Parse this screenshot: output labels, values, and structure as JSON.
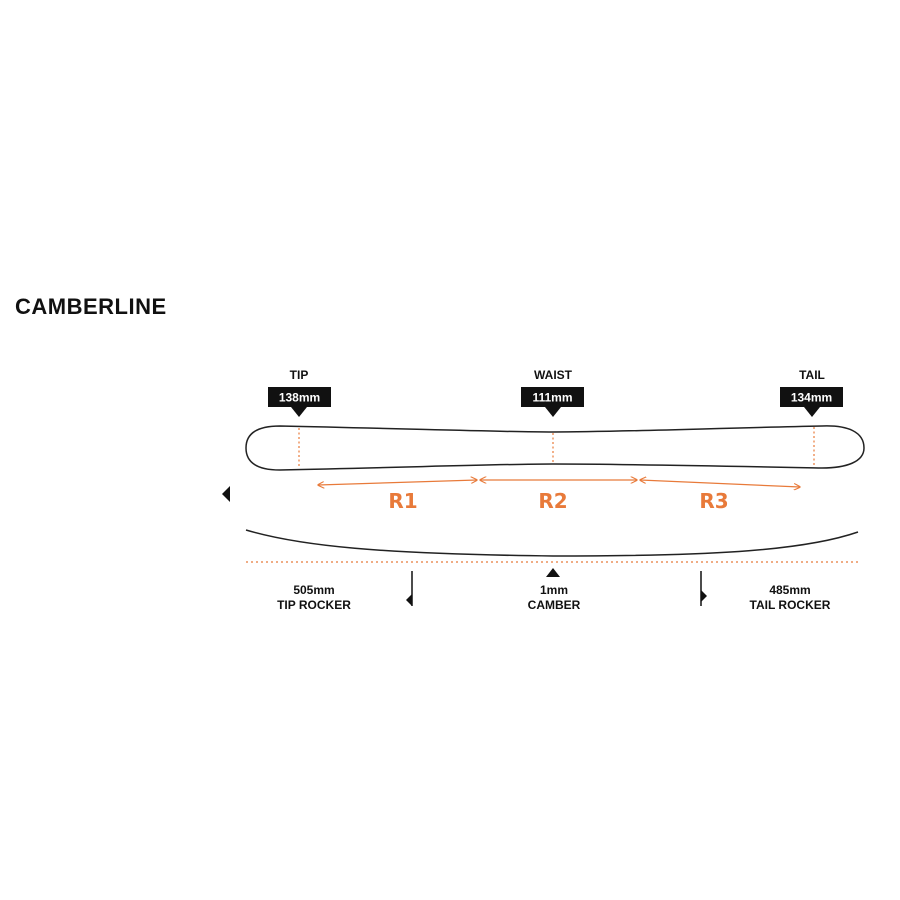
{
  "title": "CAMBERLINE",
  "colors": {
    "accent": "#e87a3a",
    "ink": "#111111",
    "outline": "#222222"
  },
  "dimensions": {
    "tip": {
      "label": "TIP",
      "value": "138mm"
    },
    "waist": {
      "label": "WAIST",
      "value": "111mm"
    },
    "tail": {
      "label": "TAIL",
      "value": "134mm"
    }
  },
  "radii": [
    "R1",
    "R2",
    "R3"
  ],
  "profile": {
    "tip_rocker": {
      "value": "505mm",
      "label": "TIP ROCKER"
    },
    "camber": {
      "value": "1mm",
      "label": "CAMBER"
    },
    "tail_rocker": {
      "value": "485mm",
      "label": "TAIL ROCKER"
    }
  }
}
